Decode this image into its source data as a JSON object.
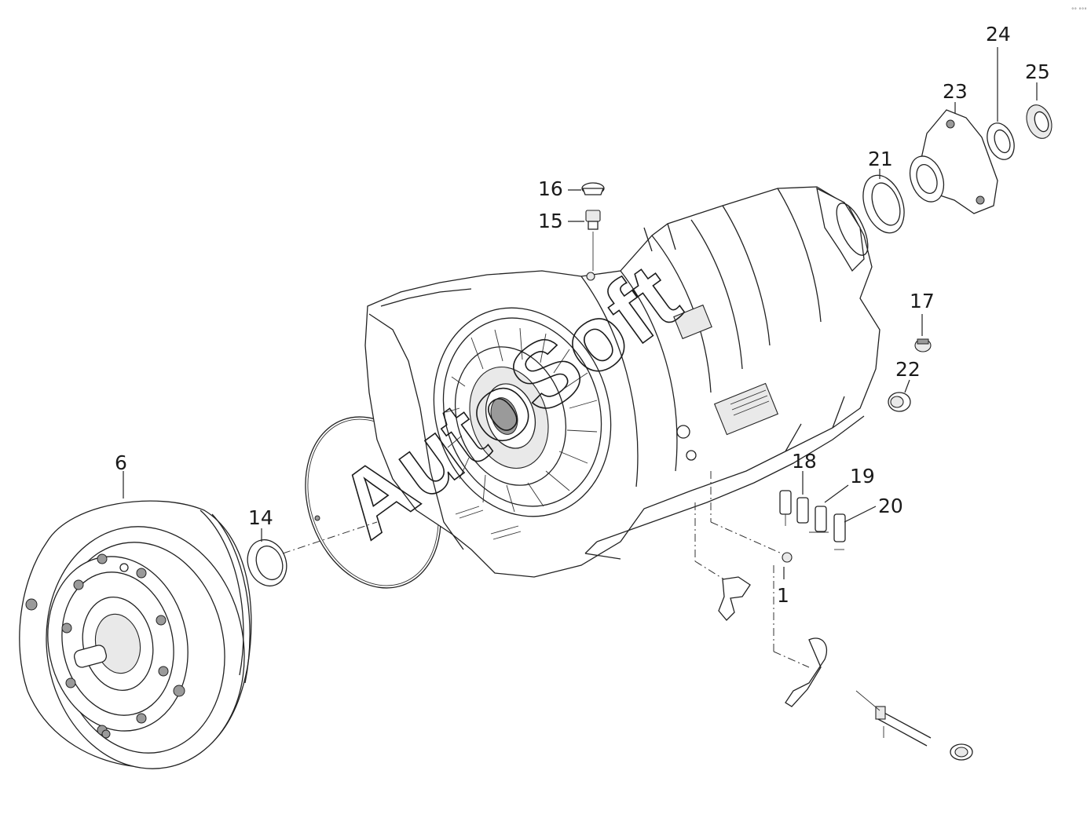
{
  "corner_mark": "°° °°°",
  "watermark": "AutoSoft",
  "callouts": [
    {
      "id": "c1",
      "text": "1"
    },
    {
      "id": "c6",
      "text": "6"
    },
    {
      "id": "c14",
      "text": "14"
    },
    {
      "id": "c15",
      "text": "15"
    },
    {
      "id": "c16",
      "text": "16"
    },
    {
      "id": "c17",
      "text": "17"
    },
    {
      "id": "c18",
      "text": "18"
    },
    {
      "id": "c19",
      "text": "19"
    },
    {
      "id": "c20",
      "text": "20"
    },
    {
      "id": "c21",
      "text": "21"
    },
    {
      "id": "c22",
      "text": "22"
    },
    {
      "id": "c23",
      "text": "23"
    },
    {
      "id": "c24",
      "text": "24"
    },
    {
      "id": "c25",
      "text": "25"
    }
  ]
}
